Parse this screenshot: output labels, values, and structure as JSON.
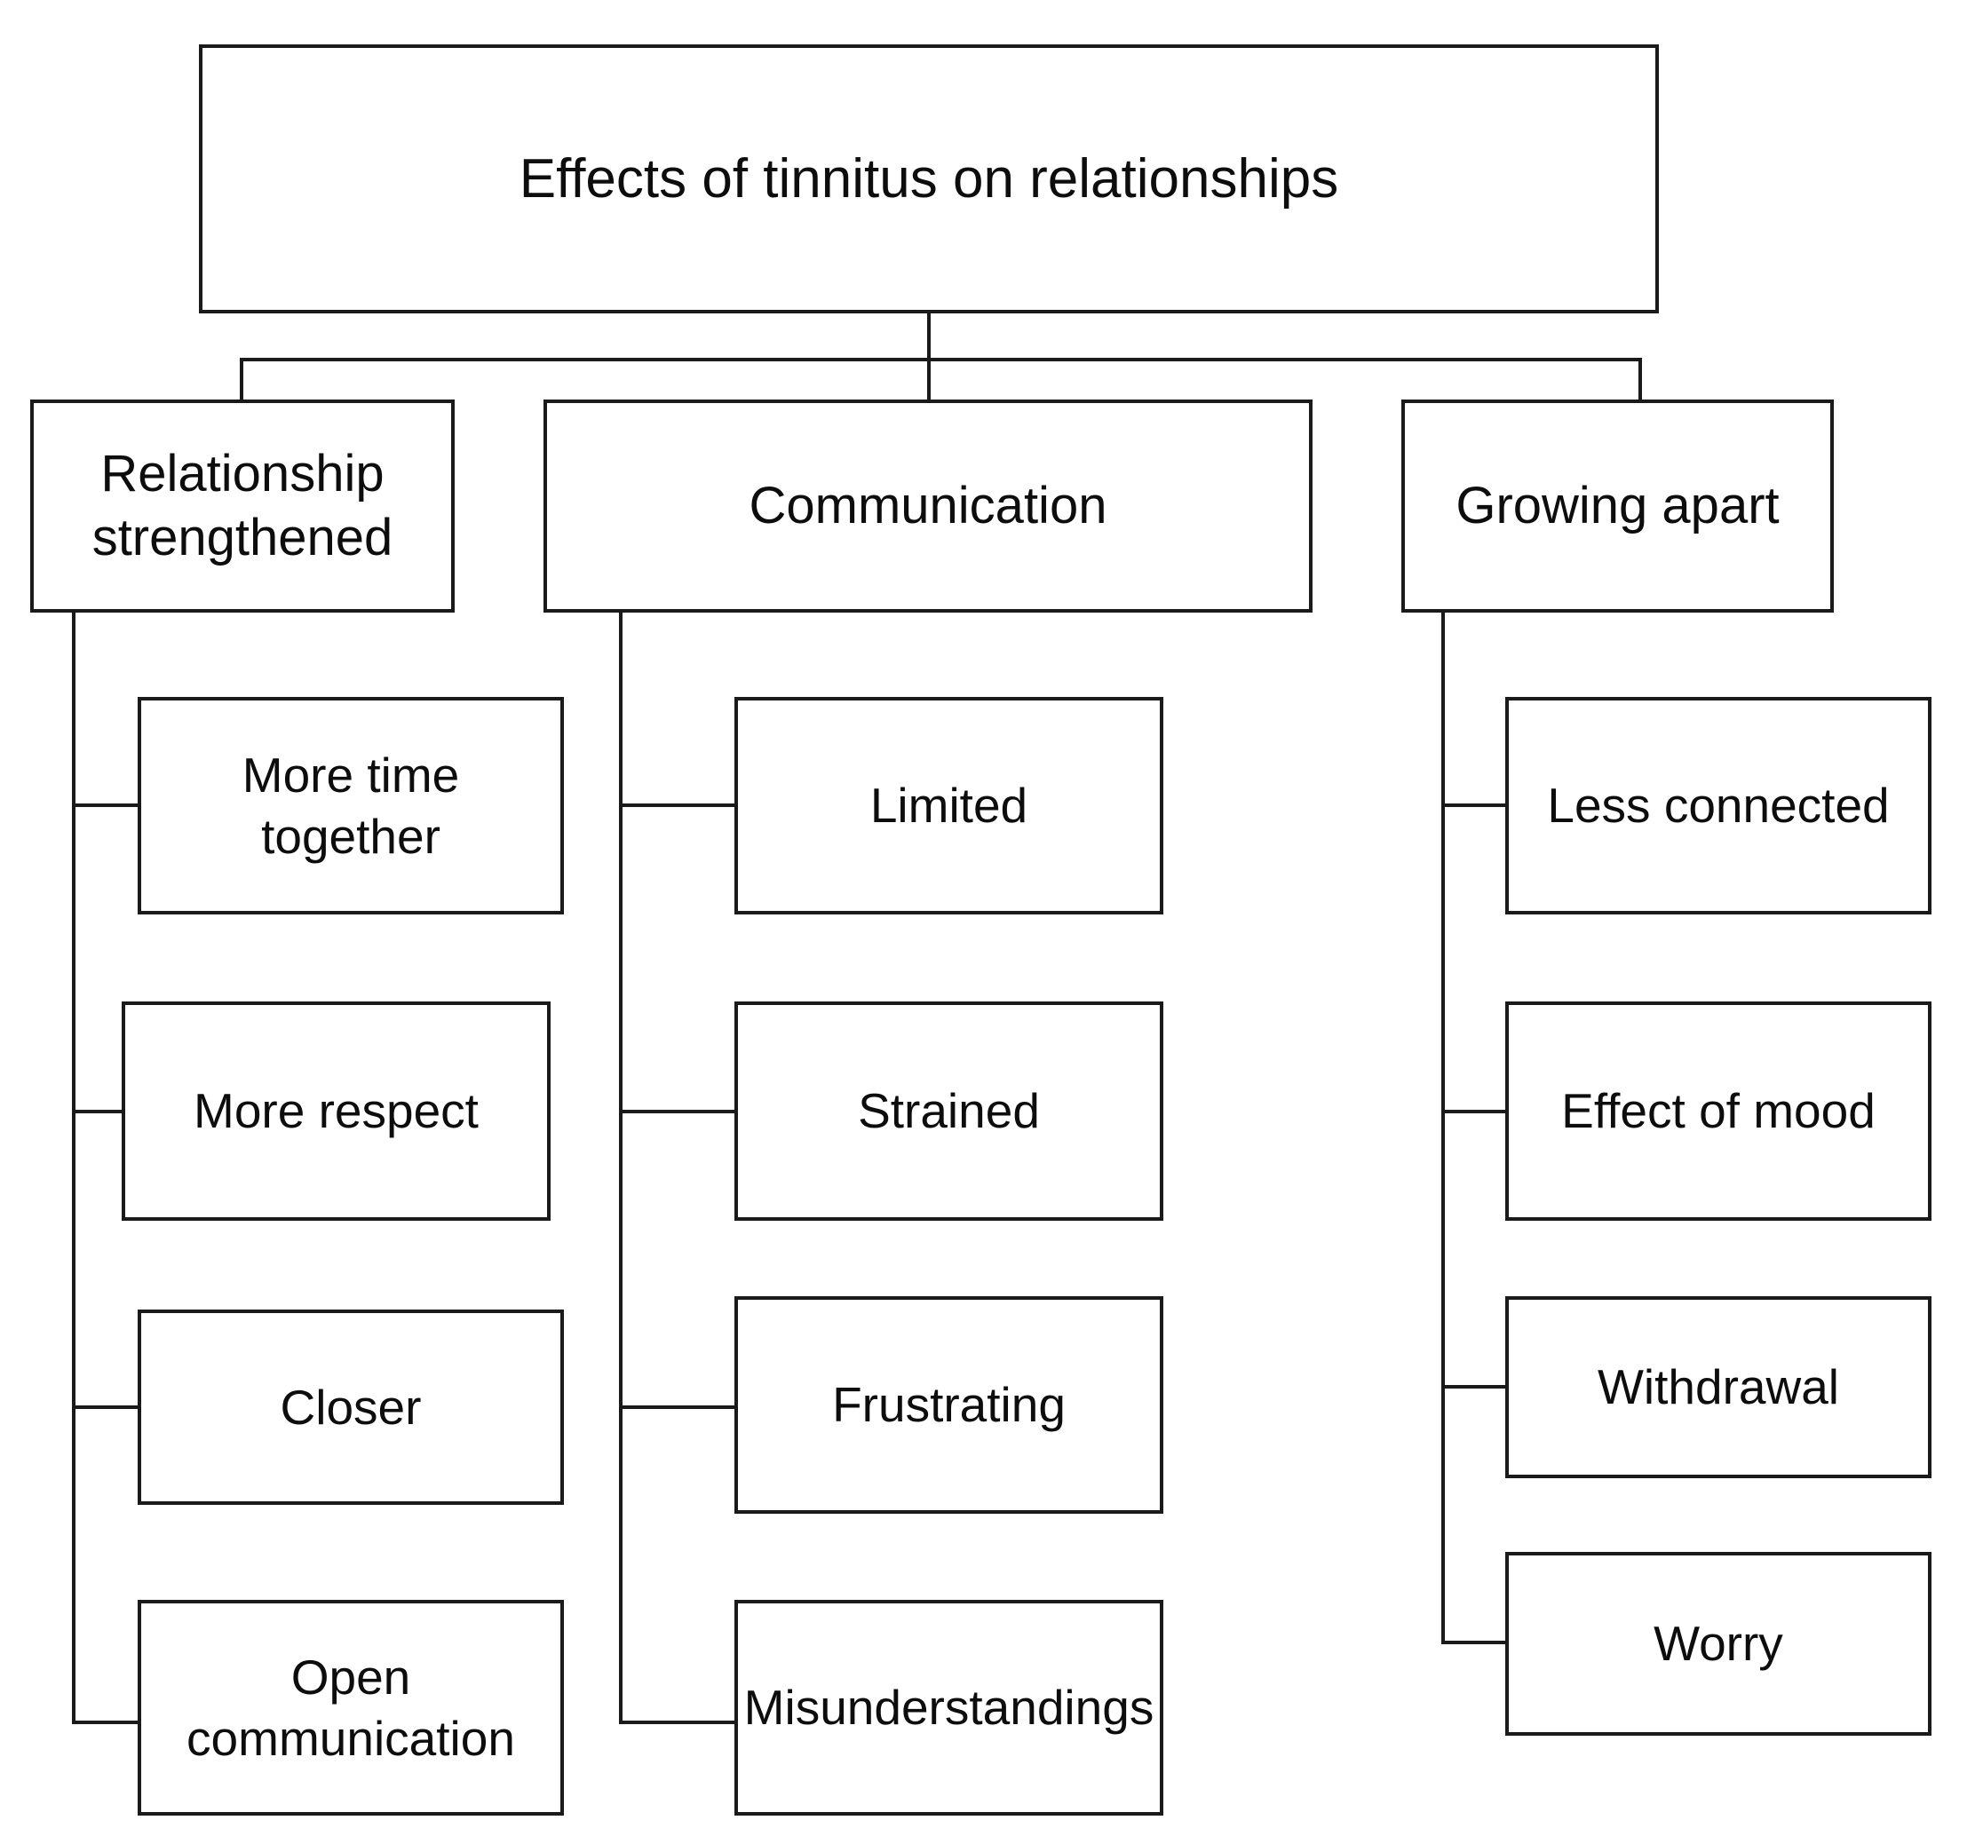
{
  "diagram": {
    "type": "hierarchy-tree",
    "root": {
      "label": "Effects of tinnitus on relationships"
    },
    "categories": [
      {
        "label": "Relationship strengthened",
        "children": [
          {
            "label": "More time together"
          },
          {
            "label": "More respect"
          },
          {
            "label": "Closer"
          },
          {
            "label": "Open communication"
          }
        ]
      },
      {
        "label": "Communication",
        "children": [
          {
            "label": "Limited"
          },
          {
            "label": "Strained"
          },
          {
            "label": "Frustrating"
          },
          {
            "label": "Misunderstandings"
          }
        ]
      },
      {
        "label": "Growing apart",
        "children": [
          {
            "label": "Less connected"
          },
          {
            "label": "Effect of mood"
          },
          {
            "label": "Withdrawal"
          },
          {
            "label": "Worry"
          }
        ]
      }
    ],
    "colors": {
      "background": "#ffffff",
      "border": "#1a1a1a",
      "text": "#0d0d0d"
    }
  }
}
